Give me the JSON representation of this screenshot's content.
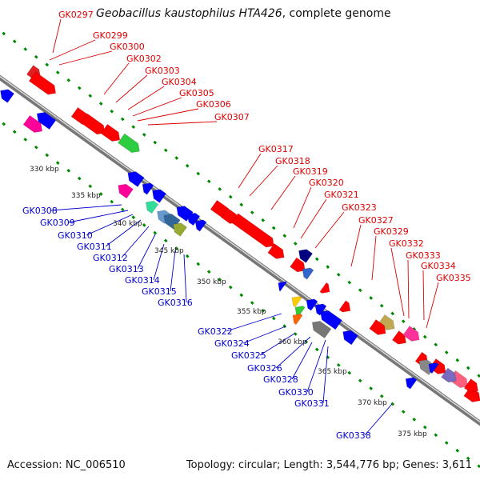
{
  "header": {
    "organism": "Geobacillus kaustophilus HTA426",
    "suffix": ", complete genome"
  },
  "footer": {
    "accession_label": "Accession:",
    "accession": "NC_006510",
    "topology_text": "Topology: circular; Length: 3,544,776 bp; Genes: 3,611"
  },
  "colors": {
    "forward_label": "#dd0000",
    "reverse_label": "#0000cc",
    "forward_gene": "#ff0000",
    "reverse_gene": "#0000ff",
    "backbone": "#888888",
    "tick_marks": "#008800"
  },
  "scale_labels": [
    "330 kbp",
    "335 kbp",
    "340 kbp",
    "345 kbp",
    "350 kbp",
    "355 kbp",
    "360 kbp",
    "365 kbp",
    "370 kbp",
    "375 kbp"
  ],
  "forward_gene_labels": [
    "GK0297",
    "GK0299",
    "GK0300",
    "GK0302",
    "GK0303",
    "GK0304",
    "GK0305",
    "GK0306",
    "GK0307",
    "GK0317",
    "GK0318",
    "GK0319",
    "GK0320",
    "GK0321",
    "GK0323",
    "GK0327",
    "GK0329",
    "GK0332",
    "GK0333",
    "GK0334",
    "GK0335"
  ],
  "reverse_gene_labels": [
    "GK0308",
    "GK0309",
    "GK0310",
    "GK0311",
    "GK0312",
    "GK0313",
    "GK0314",
    "GK0315",
    "GK0316",
    "GK0322",
    "GK0324",
    "GK0325",
    "GK0326",
    "GK0328",
    "GK0330",
    "GK0331",
    "GK0338"
  ]
}
